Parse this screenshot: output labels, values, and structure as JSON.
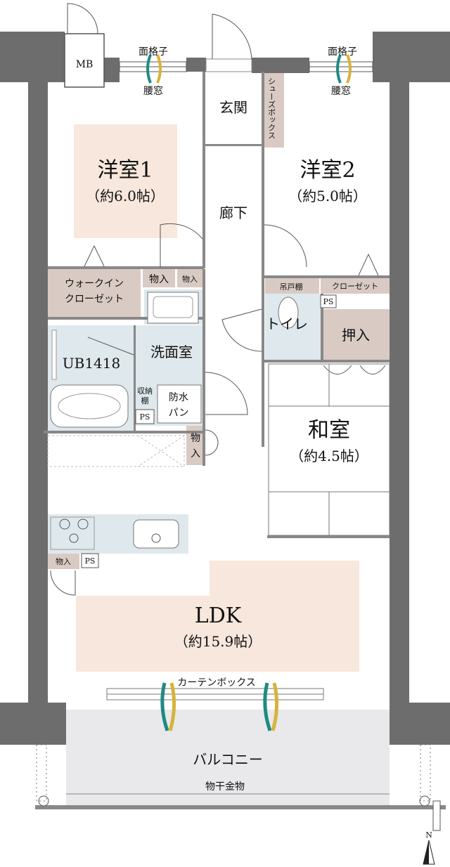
{
  "colors": {
    "wall": "#6d6d6d",
    "western_room": "#f7e7dd",
    "storage": "#d9cbc4",
    "wet_area": "#dfe8ec",
    "balcony": "#e9e9eb",
    "curtain_teal": "#1e8a83",
    "curtain_gold": "#d6b43a"
  },
  "labels": {
    "mb": "MB",
    "lattice_left": "面格子",
    "lattice_right": "面格子",
    "waist_window_left": "腰窓",
    "waist_window_right": "腰窓",
    "entrance": "玄関",
    "shoe_box": "シューズボックス",
    "room1_name": "洋室1",
    "room1_size": "（約6.0帖）",
    "room2_name": "洋室2",
    "room2_size": "（約5.0帖）",
    "corridor": "廊下",
    "walkin_line1": "ウォークイン",
    "walkin_line2": "クローゼット",
    "storage_a": "物入",
    "storage_b": "物入",
    "hanging_shelf": "吊戸棚",
    "closet": "クローゼット",
    "ps_1": "PS",
    "toilet": "トイレ",
    "oshiire": "押入",
    "unit_bath": "UB1418",
    "washroom": "洗面室",
    "shelf_line1": "収納",
    "shelf_line2": "棚",
    "waterproof_line1": "防水",
    "waterproof_line2": "パン",
    "ps_2": "PS",
    "storage_c_line1": "物",
    "storage_c_line2": "入",
    "washitsu_name": "和室",
    "washitsu_size": "（約4.5帖）",
    "storage_kitchen": "物入",
    "ps_3": "PS",
    "ldk_name": "LDK",
    "ldk_size": "（約15.9帖）",
    "curtain_box": "カーテンボックス",
    "balcony": "バルコニー",
    "drying_rack": "物干金物",
    "north": "N"
  }
}
